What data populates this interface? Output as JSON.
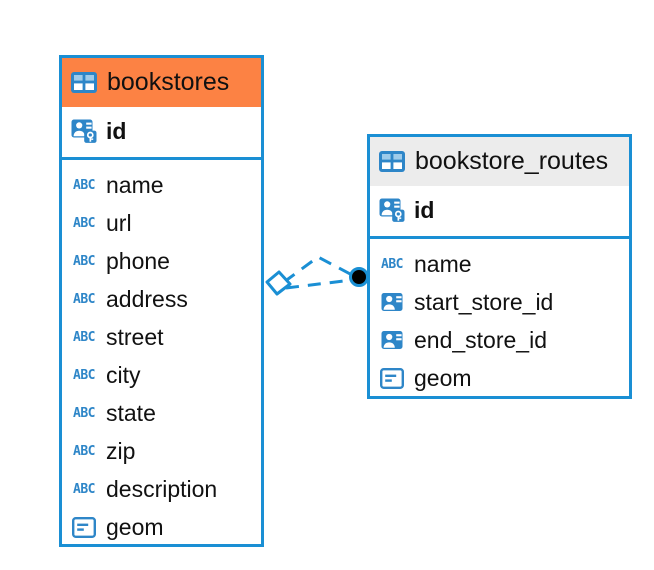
{
  "diagram": {
    "type": "entity-relationship-diagram",
    "background": "#ffffff",
    "colors": {
      "accent_blue": "#1a8fd4",
      "selected_header": "#fc8244",
      "unselected_header": "#ececec",
      "icon_blue": "#2e86c8",
      "text": "#111111",
      "endpoint_fill": "#000000"
    }
  },
  "entities": [
    {
      "name": "bookstores",
      "title": "bookstores",
      "header_icon": "table-icon",
      "selected": true,
      "primary_keys": [
        {
          "label": "id",
          "icon": "primary-key-icon"
        }
      ],
      "columns": [
        {
          "label": "name",
          "icon": "text-abc-icon"
        },
        {
          "label": "url",
          "icon": "text-abc-icon"
        },
        {
          "label": "phone",
          "icon": "text-abc-icon"
        },
        {
          "label": "address",
          "icon": "text-abc-icon"
        },
        {
          "label": "street",
          "icon": "text-abc-icon"
        },
        {
          "label": "city",
          "icon": "text-abc-icon"
        },
        {
          "label": "state",
          "icon": "text-abc-icon"
        },
        {
          "label": "zip",
          "icon": "text-abc-icon"
        },
        {
          "label": "description",
          "icon": "text-abc-icon"
        },
        {
          "label": "geom",
          "icon": "geometry-blob-icon"
        }
      ]
    },
    {
      "name": "bookstore_routes",
      "title": "bookstore_routes",
      "header_icon": "table-icon",
      "selected": false,
      "primary_keys": [
        {
          "label": "id",
          "icon": "primary-key-icon"
        }
      ],
      "columns": [
        {
          "label": "name",
          "icon": "text-abc-icon"
        },
        {
          "label": "start_store_id",
          "icon": "foreign-key-icon"
        },
        {
          "label": "end_store_id",
          "icon": "foreign-key-icon"
        },
        {
          "label": "geom",
          "icon": "geometry-blob-icon"
        }
      ]
    }
  ],
  "relationships": [
    {
      "name": "start-store-relationship",
      "from_entity": "bookstores",
      "to_entity": "bookstore_routes",
      "from_marker": "diamond-open-marker",
      "to_marker": "filled-circle-marker",
      "line_style": "dashed"
    },
    {
      "name": "end-store-relationship",
      "from_entity": "bookstores",
      "to_entity": "bookstore_routes",
      "from_marker": "diamond-open-marker",
      "to_marker": "filled-circle-marker",
      "line_style": "dashed"
    }
  ]
}
